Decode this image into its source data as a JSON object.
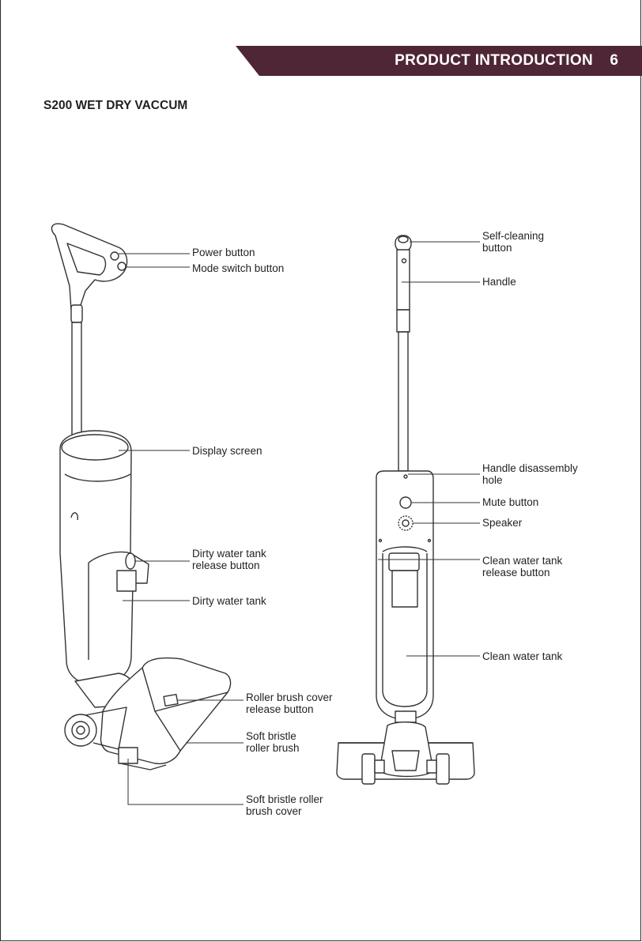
{
  "header": {
    "section_title": "PRODUCT INTRODUCTION",
    "page_number": "6",
    "accent_color": "#4f2635"
  },
  "product": {
    "title": "S200 WET DRY VACCUM"
  },
  "labels": {
    "power_button": "Power button",
    "mode_switch_button": "Mode switch button",
    "display_screen": "Display screen",
    "dirty_tank_release_1": "Dirty water tank",
    "dirty_tank_release_2": "release button",
    "dirty_water_tank": "Dirty water tank",
    "roller_cover_release_1": "Roller brush cover",
    "roller_cover_release_2": "release button",
    "soft_bristle_brush_1": "Soft bristle",
    "soft_bristle_brush_2": "roller brush",
    "soft_bristle_cover_1": "Soft bristle roller",
    "soft_bristle_cover_2": "brush cover",
    "self_cleaning_1": "Self-cleaning",
    "self_cleaning_2": "button",
    "handle": "Handle",
    "handle_hole_1": "Handle disassembly",
    "handle_hole_2": "hole",
    "mute_button": "Mute button",
    "speaker": "Speaker",
    "clean_tank_release_1": "Clean water tank",
    "clean_tank_release_2": "release button",
    "clean_water_tank": "Clean water tank"
  },
  "icons": {
    "left_view": "vacuum-side-view-illustration",
    "right_view": "vacuum-back-view-illustration"
  }
}
